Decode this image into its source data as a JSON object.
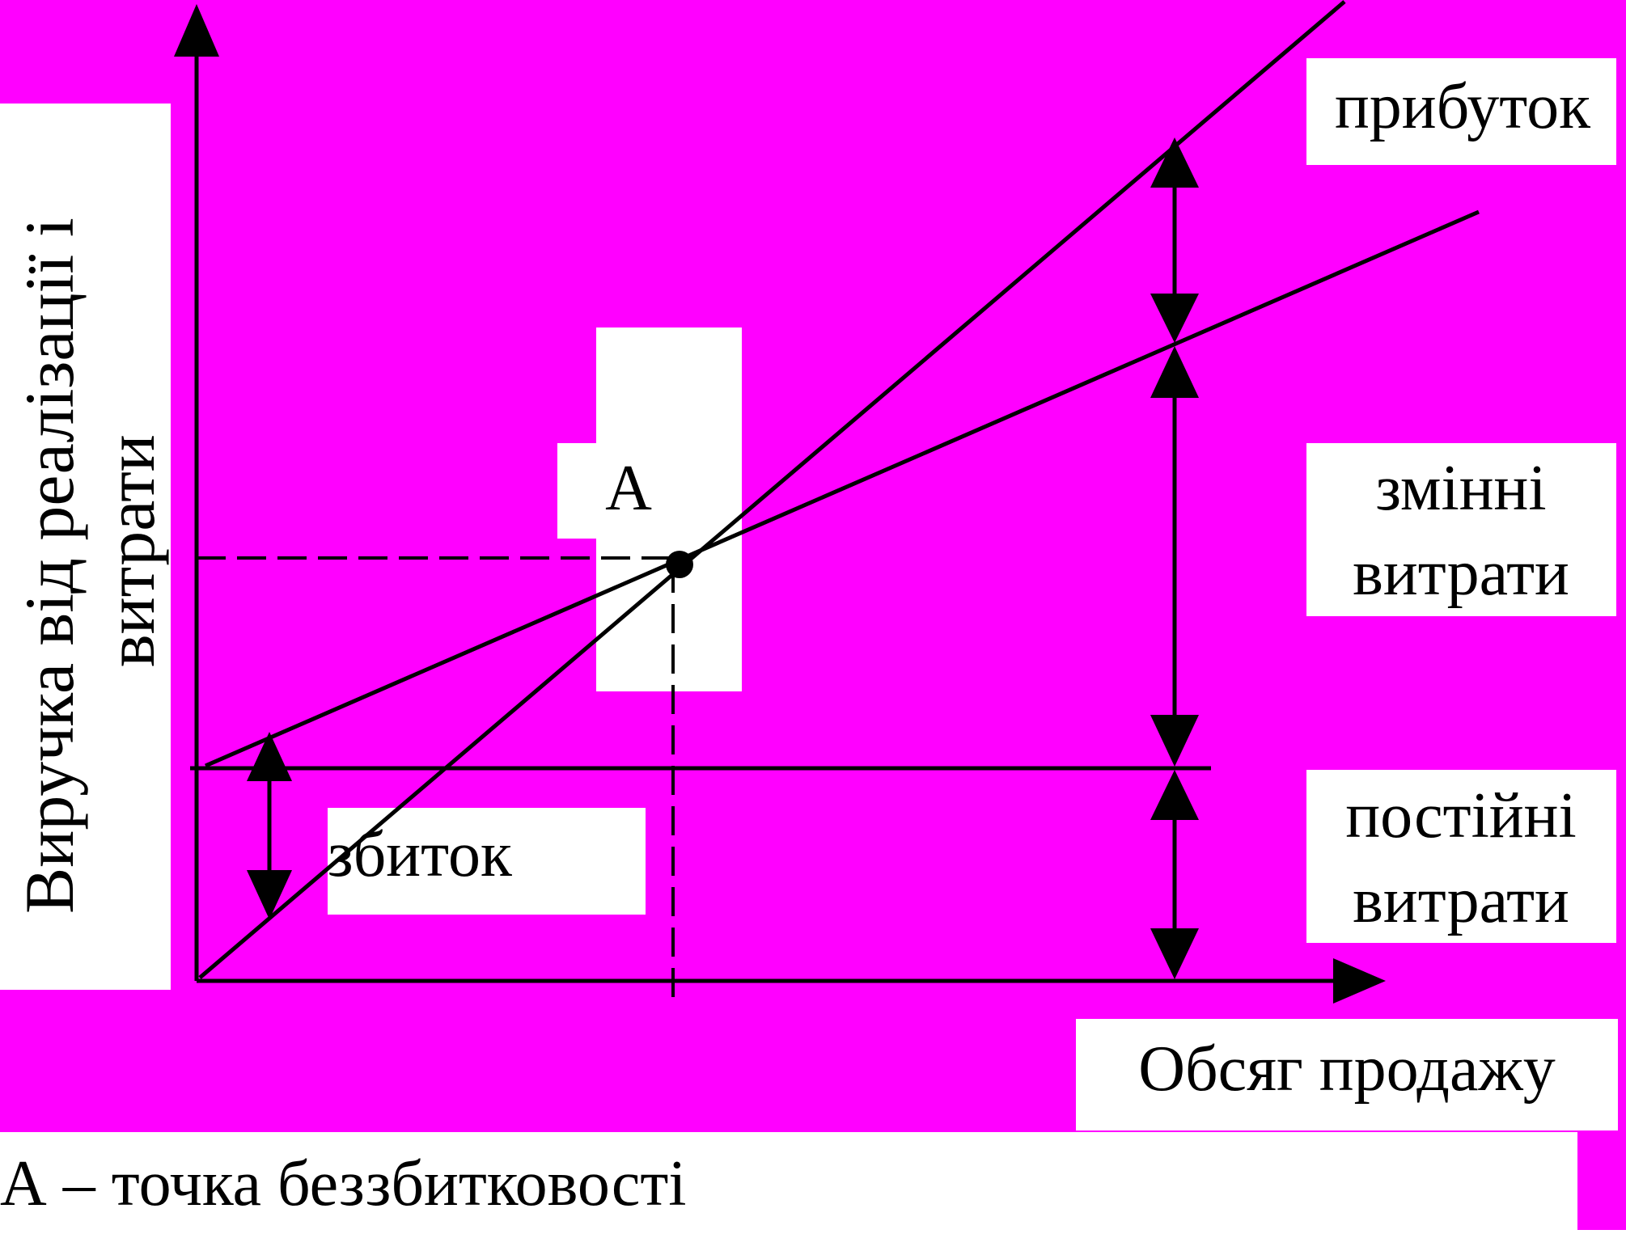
{
  "colors": {
    "background": "#ff00ff",
    "label_box": "#ffffff",
    "ink": "#000000"
  },
  "labels": {
    "y_axis_line1": "Виручка від реалізації і",
    "y_axis_line2": "витрати",
    "x_axis": "Обсяг продажу",
    "profit": "прибуток",
    "variable_line1": "змінні",
    "variable_line2": "витрати",
    "fixed_line1": "постійні",
    "fixed_line2": "витрати",
    "loss": "збиток",
    "point": "А",
    "caption": "А – точка беззбитковості"
  }
}
